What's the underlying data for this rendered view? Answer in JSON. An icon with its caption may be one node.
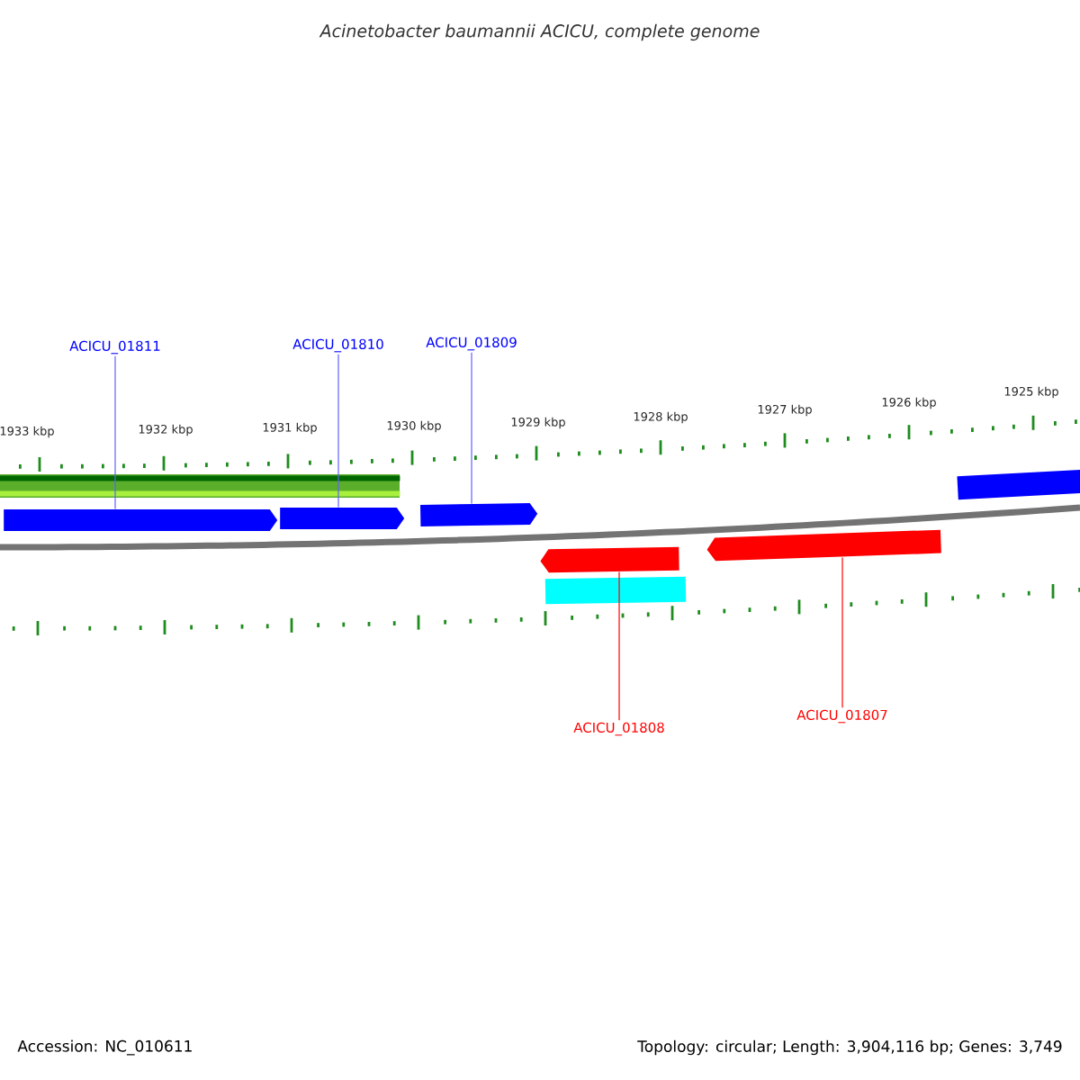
{
  "diagram": {
    "title": "Acinetobacter baumannii ACICU, complete genome",
    "nodes": [
      {
        "text": [
          "ACICU_01811"
        ]
      },
      {
        "text": [
          "ACICU_01810"
        ]
      },
      {
        "text": [
          "ACICU_01809"
        ]
      },
      {
        "text": [
          "ACICU_01808"
        ]
      },
      {
        "text": [
          "ACICU_01807"
        ]
      },
      {
        "text": [],
        "shape": "bar"
      },
      {
        "text": [],
        "shape": "arrow"
      },
      {
        "text": [],
        "shape": "arrow"
      },
      {
        "text": [],
        "shape": "arrow"
      },
      {
        "text": [],
        "shape": "arrow"
      },
      {
        "text": [],
        "shape": "bar"
      },
      {
        "text": [],
        "shape": "arrow"
      },
      {
        "text": [],
        "shape": "bar"
      }
    ],
    "edges": [
      {
        "from": 0,
        "to": 6,
        "arrow": "none"
      },
      {
        "from": 1,
        "to": 7,
        "arrow": "none"
      },
      {
        "from": 2,
        "to": 8,
        "arrow": "none"
      },
      {
        "from": 3,
        "to": 9,
        "arrow": "none",
        "color": "#ff0000"
      },
      {
        "from": 4,
        "to": 11,
        "arrow": "none",
        "color": "#ff0000"
      }
    ],
    "labels": [
      "1933 kbp",
      "1932 kbp",
      "1931 kbp",
      "1930 kbp",
      "1929 kbp",
      "1928 kbp",
      "1927 kbp",
      "1926 kbp",
      "1925 kbp",
      "Accession: NC_010611",
      "Topology: circular; Length: 3,904,116 bp; Genes: 3,749"
    ]
  }
}
